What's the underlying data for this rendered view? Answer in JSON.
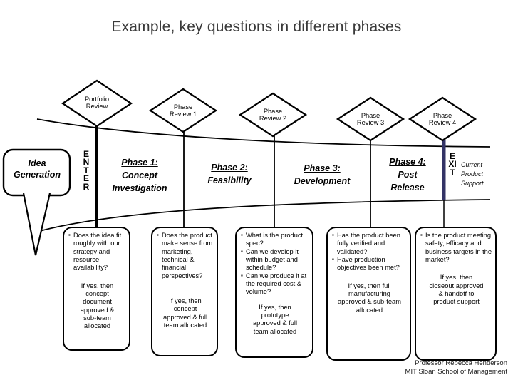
{
  "title": "Example, key questions in different phases",
  "idea_bubble": {
    "label": "Idea Generation"
  },
  "flow": {
    "enter_label": "ENTER",
    "exit_label": "EXIT",
    "exit_note": "Current Product Support"
  },
  "review_gates": [
    {
      "label": "Portfolio Review"
    },
    {
      "label": "Phase Review 1"
    },
    {
      "label": "Phase Review 2"
    },
    {
      "label": "Phase Review 3"
    },
    {
      "label": "Phase Review 4"
    }
  ],
  "phases": [
    {
      "name": "Phase 1:",
      "subtitle": "Concept Investigation"
    },
    {
      "name": "Phase 2:",
      "subtitle": "Feasibility"
    },
    {
      "name": "Phase 3:",
      "subtitle": "Development"
    },
    {
      "name": "Phase 4:",
      "subtitle": "Post Release"
    }
  ],
  "question_boxes": [
    {
      "bullets": [
        "Does the idea fit roughly with our strategy and resource availability?"
      ],
      "outcome": "If yes, then concept document approved & sub-team allocated"
    },
    {
      "bullets": [
        "Does the product make sense from marketing, technical & financial perspectives?"
      ],
      "outcome": "If yes, then concept approved & full team allocated"
    },
    {
      "bullets": [
        "What is the product spec?",
        "Can we develop it within budget and schedule?",
        "Can we produce it at the required cost & volume?"
      ],
      "outcome": "If yes, then prototype approved & full team allocated"
    },
    {
      "bullets": [
        "Has the product been fully verified and validated?",
        "Have production objectives been met?"
      ],
      "outcome": "If yes, then full manufacturing approved & sub-team allocated"
    },
    {
      "bullets": [
        "Is the product meeting safety, efficacy and business targets in the market?"
      ],
      "outcome": "If yes, then closeout approved & handoff to product support"
    }
  ],
  "attribution": {
    "line1": "Professor Rebecca Henderson",
    "line2": "MIT Sloan School of Management"
  },
  "colors": {
    "exit_line": "#333366",
    "diagram_line": "#000000"
  }
}
